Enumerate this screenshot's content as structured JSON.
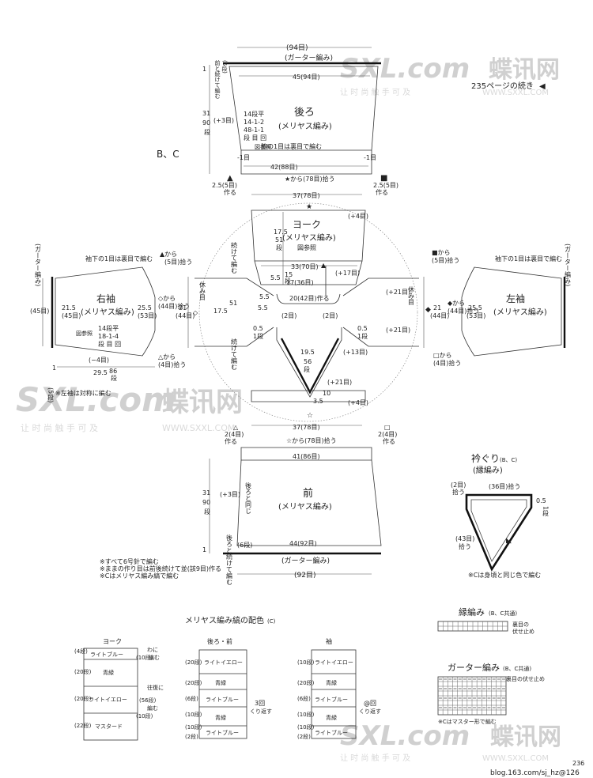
{
  "watermark": {
    "logo_latin": "SXL.com",
    "logo_cjk": "蝶讯网",
    "slogan": "让 时 尚 触 手 可 及",
    "url": "WWW.SXXL.COM"
  },
  "note_top": "235ページの続き",
  "variant": "B、C",
  "back": {
    "title": "後ろ",
    "subtitle": "(メリヤス編み)",
    "top_stitches": "(94目)",
    "top_edge": "(ガーター編み)",
    "width_top": "45(94目)",
    "dec": [
      "14段平",
      "14-1-2",
      "48-1-1",
      "段 目 回"
    ],
    "ref": "図参照",
    "side_note": "脇の1目は裏目で編む",
    "width_bottom": "42(88目)",
    "left_mark": "▲",
    "right_mark": "■",
    "left_side": "-1目",
    "right_side": "-1目",
    "join_note": "前と続けて編む",
    "join_rows": "(6段)",
    "row_small": "1",
    "height": "31",
    "height_rows": "90",
    "height_unit": "段",
    "inc": "(+3目)",
    "armhole_l": "2.5(5目)",
    "armhole_r": "2.5(5目)",
    "make_l": "作る",
    "make_r": "作る",
    "pickup": "★から(78目)拾う",
    "under": "37(78目)"
  },
  "yoke": {
    "title": "ヨーク",
    "subtitle": "(メリヤス編み)",
    "ref": "図参照",
    "star_top": "★",
    "height": "17.5",
    "height_rows": "51",
    "height_unit": "段",
    "mid_w": "33(70目)",
    "inner_w": "17(36目)",
    "small": "5.5",
    "small_rows": "15",
    "rows_unit": "段",
    "neck_front": "20(42目)作る",
    "inc_top": "(+4目)",
    "inc_mid": "(+17目)",
    "inc_side": "(+13目)",
    "inc_low": "(+21目)",
    "inc_bot": "(+4目)",
    "pick_l": "(2目)",
    "pick_r": "(2目)",
    "v_depth": "19.5",
    "v_rows": "56",
    "v_unit": "段",
    "v_bottom": "3.5",
    "v_bottom_rows": "10",
    "side_h": "0.5",
    "side_rows": "1段",
    "continue": "続けて編む",
    "rest": "休み目",
    "star_bottom": "☆",
    "under_front": "37(78目)",
    "side_w": "5.5",
    "side_num": "17.5",
    "side_rows2": "51",
    "plus21l": "(+21目)",
    "plus21r": "(+21目)"
  },
  "right_sleeve": {
    "title": "右袖",
    "subtitle": "(メリヤス編み)",
    "edge": "(ガーター編み)",
    "rows_edge": "(45目)",
    "under_note": "袖下の1目は裏目で編む",
    "w_out": "21.5",
    "w_out_st": "(45目)",
    "w_in": "25.5",
    "w_in_st": "(53目)",
    "dec": [
      "14段平",
      "18-1-4",
      "段 目 回"
    ],
    "ref": "図参照",
    "dec_total": "(−4目)",
    "length": "29.5",
    "length_rows": "86",
    "length_unit": "段",
    "tri_mark": "▲から",
    "tri_pick": "(5目)拾う",
    "dia_pick": "◇から",
    "dia_pick2": "(44目)拾う",
    "wid": "21",
    "wid_st": "(44目)",
    "tri2": "△から",
    "tri2_pick": "(4目)拾う",
    "left_note": "※左袖は対称に編む",
    "small": "1",
    "small2": "(5段)"
  },
  "left_sleeve": {
    "title": "左袖",
    "subtitle": "(メリヤス編み)",
    "edge": "(ガーター編み)",
    "under_note": "袖下の1目は裏目で編む",
    "w_in": "25.5",
    "w_in_st": "(53目)",
    "wid": "21",
    "wid_st": "(44目)",
    "sq_pick": "■から",
    "sq_pick2": "(5目)拾う",
    "dia_pick": "◆から",
    "dia_pick2": "(44目)拾う",
    "sq2": "□から",
    "sq2_pick": "(4目)拾う",
    "rest": "休み目"
  },
  "front": {
    "title": "前",
    "subtitle": "(メリヤス編み)",
    "top_w": "41(86目)",
    "bottom_w": "44(92目)",
    "bottom_st": "(92目)",
    "edge": "(ガーター編み)",
    "pickup": "☆から(78目)拾う",
    "make_l": "2(4目)",
    "make_r": "2(4目)",
    "make_word_l": "作る",
    "make_word_r": "作る",
    "height": "31",
    "height_rows": "90",
    "height_unit": "段",
    "inc": "(+3目)",
    "same": "後ろと同じ",
    "join": "後ろと続けて編む",
    "join_rows": "(6段)",
    "small": "1"
  },
  "notes": [
    "※すべて6号針で編む",
    "※ままの作り目は前後続けて並(該9目)作る",
    "※Cはメリヤス編み縞で編む"
  ],
  "collar": {
    "title": "衿ぐり",
    "title_sub": "(B、C)",
    "subtitle": "(縁編み)",
    "top": "(36目)拾う",
    "left_top": "(2目)",
    "left_top2": "拾う",
    "right": "0.5",
    "right_rows": "1段",
    "side": "(43目)",
    "side2": "拾う",
    "note": "※Cは身頃と同じ色で編む"
  },
  "stripe": {
    "title": "メリヤス編み縞の配色",
    "title_sub": "(C)",
    "yoke": {
      "label": "ヨーク",
      "rows": [
        "(4段)",
        "(20段)",
        "(20段)",
        "(22段)"
      ],
      "colors": [
        "ライトブルー",
        "青緑",
        "ライトイエロー",
        "マスタード"
      ],
      "right": [
        "わに",
        "(10段)",
        "編む",
        "往復に",
        "(56段)",
        "編む",
        "(10段)"
      ]
    },
    "body": {
      "label": "後ろ・前",
      "rows": [
        "(20段)",
        "(20段)",
        "(6段)",
        "(10段)",
        "(10段)",
        "(2段)"
      ],
      "colors": [
        "ライトイエロー",
        "青緑",
        "ライトブルー",
        "青緑",
        "ライトブルー"
      ],
      "repeat": "3回",
      "repeat2": "くり返す"
    },
    "sleeve": {
      "label": "袖",
      "rows": [
        "(10段)",
        "(20段)",
        "(6段)",
        "(10段)",
        "(10段)",
        "(2段)"
      ],
      "colors": [
        "ライトイエロー",
        "青緑",
        "ライトブルー",
        "青緑",
        "ライトブルー"
      ],
      "repeat": "@回",
      "repeat2": "くり返す"
    }
  },
  "edge_stitch": {
    "title": "縁編み",
    "sub": "(B、C共通)",
    "legend1": "裏目の",
    "legend2": "伏せ止め"
  },
  "garter_stitch": {
    "title": "ガーター編み",
    "sub": "(B、C共通)",
    "legend": "裏目の伏せ止め",
    "note": "※Cはマスター形で編む"
  },
  "footer": {
    "blog": "blog.163.com/sj_hz@126",
    "page": "236"
  }
}
